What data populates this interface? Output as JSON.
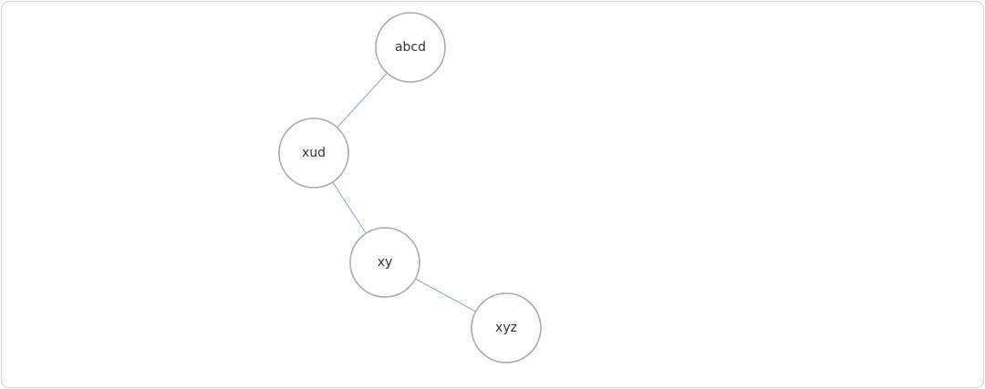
{
  "tree": {
    "nodes": [
      {
        "id": "abcd",
        "label": "abcd"
      },
      {
        "id": "xud",
        "label": "xud"
      },
      {
        "id": "xy",
        "label": "xy"
      },
      {
        "id": "xyz",
        "label": "xyz"
      }
    ],
    "edges": [
      {
        "from": "abcd",
        "to": "xud"
      },
      {
        "from": "xud",
        "to": "xy"
      },
      {
        "from": "xy",
        "to": "xyz"
      }
    ]
  }
}
